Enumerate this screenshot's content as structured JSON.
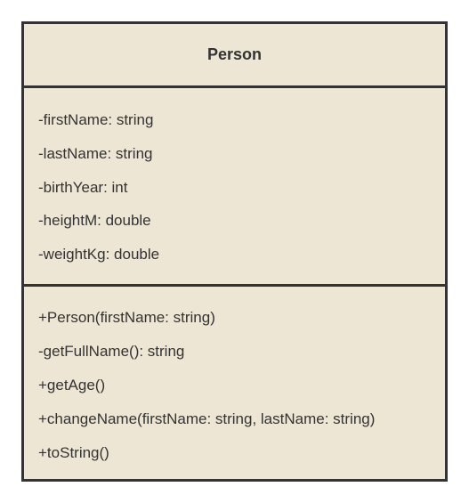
{
  "class": {
    "name": "Person",
    "attributes": [
      "-firstName: string",
      "-lastName: string",
      "-birthYear: int",
      "-heightM: double",
      "-weightKg: double"
    ],
    "methods": [
      "+Person(firstName: string)",
      "-getFullName(): string",
      "+getAge()",
      "+changeName(firstName: string, lastName: string)",
      "+toString()"
    ]
  },
  "colors": {
    "fill": "#eee6d4",
    "border": "#333333",
    "text": "#333333"
  }
}
